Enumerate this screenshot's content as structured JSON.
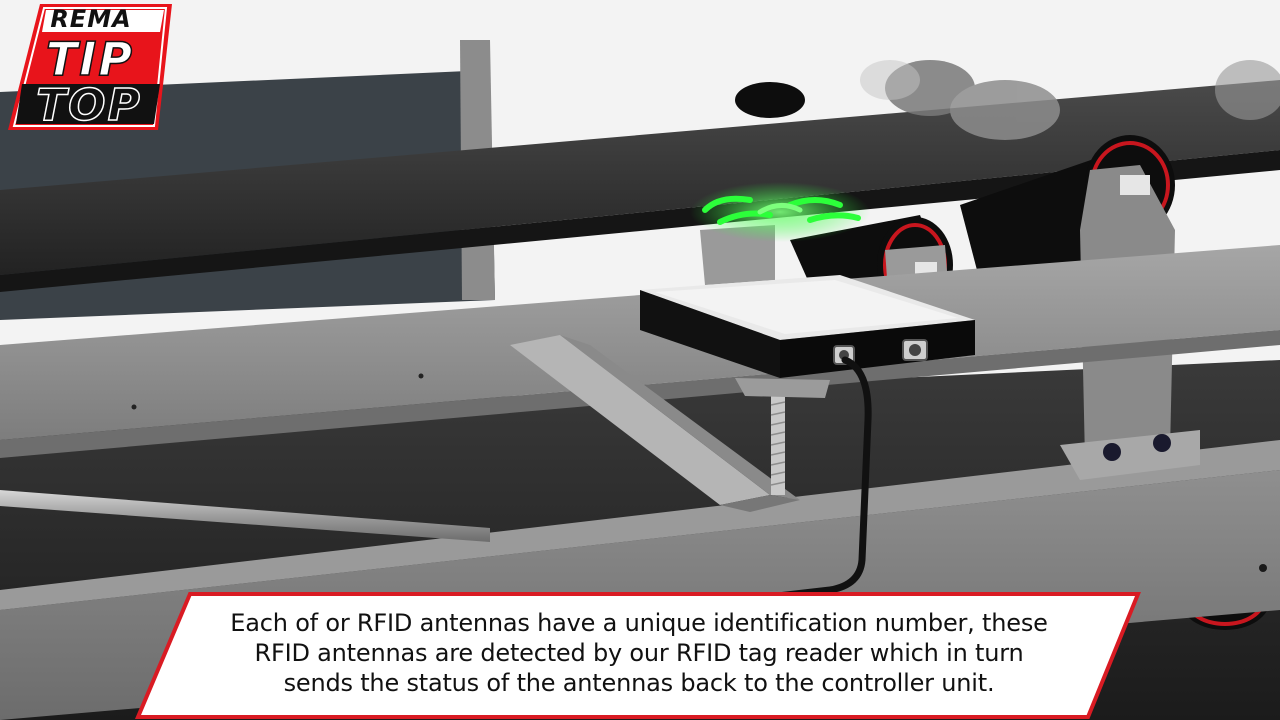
{
  "logo": {
    "brand": "REMA",
    "word1": "TIP",
    "word2": "TOP",
    "colors": {
      "red": "#e8141b",
      "black": "#111111",
      "white": "#ffffff"
    }
  },
  "caption": {
    "lines": [
      "Each of or RFID antennas have a unique identification number, these",
      "RFID antennas are detected by our RFID tag reader which in turn",
      "sends the status of the antennas back to the controller unit."
    ],
    "border_color": "#d91b23"
  },
  "scene": {
    "signal_color": "#2cff3a",
    "roller_ring_color": "#c8161e",
    "steel_color": "#8a8a8a"
  }
}
